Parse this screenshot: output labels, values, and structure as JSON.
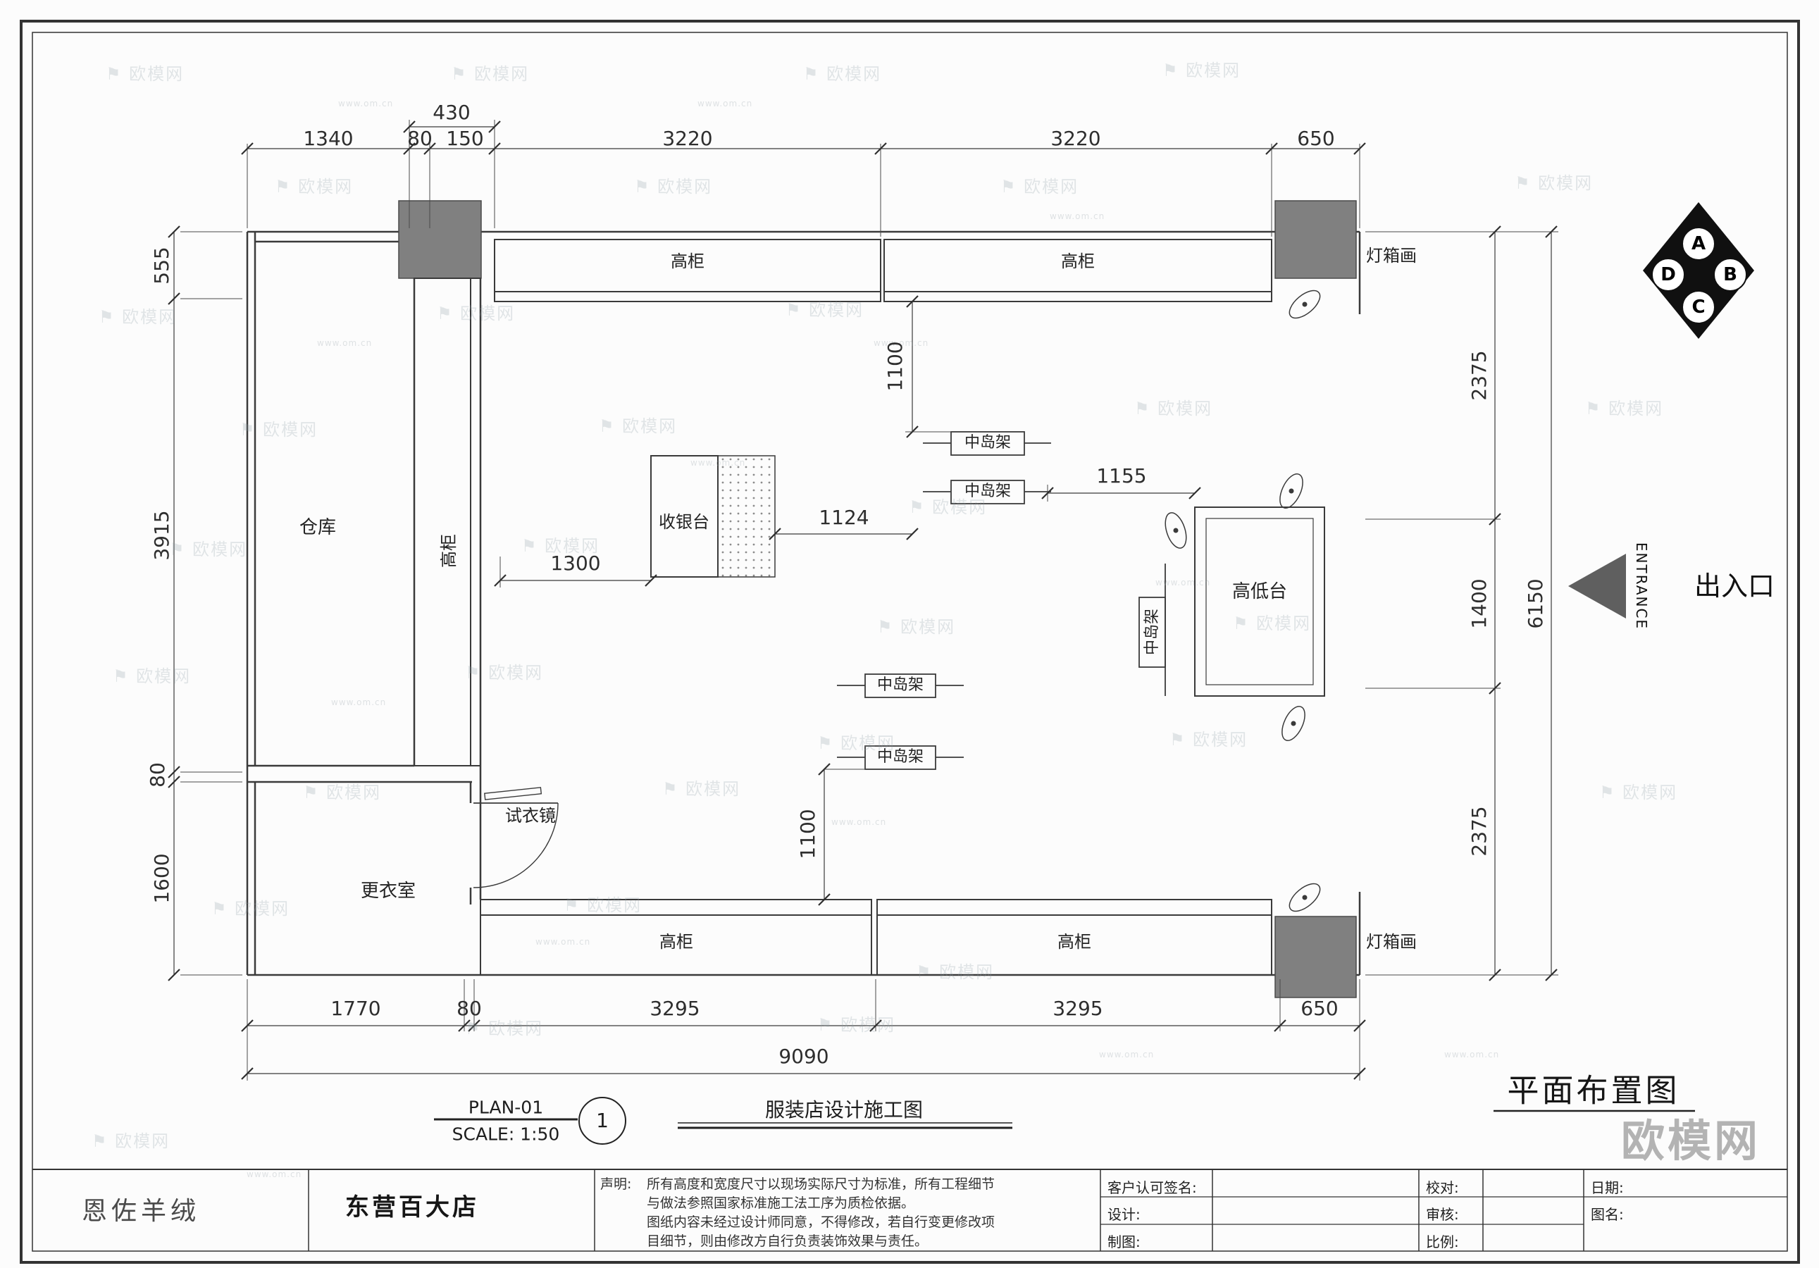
{
  "plan": {
    "labels": {
      "warehouse": "仓库",
      "tall_cabinet": "高柜",
      "cashier": "收银台",
      "island_rack": "中岛架",
      "high_low_table": "高低台",
      "fitting_mirror": "试衣镜",
      "changing_room": "更衣室",
      "lightbox_painting": "灯箱画",
      "entrance_cn": "出入口",
      "entrance_en": "ENTRANCE"
    },
    "dims": {
      "top": {
        "a430": "430",
        "a1340": "1340",
        "a80": "80",
        "a150": "150",
        "a3220l": "3220",
        "a3220r": "3220",
        "a650": "650"
      },
      "left": {
        "a555": "555",
        "a3915": "3915",
        "a80": "80",
        "a1600": "1600"
      },
      "bottom": {
        "a1770": "1770",
        "a80": "80",
        "a3295l": "3295",
        "a3295r": "3295",
        "a650": "650",
        "total": "9090"
      },
      "right": {
        "a2375t": "2375",
        "a1400": "1400",
        "a2375b": "2375",
        "total": "6150"
      },
      "inner": {
        "v1100t": "1100",
        "h1155": "1155",
        "h1124": "1124",
        "h1300": "1300",
        "v1100b": "1100"
      }
    },
    "compass": {
      "a": "A",
      "b": "B",
      "c": "C",
      "d": "D"
    }
  },
  "caption": {
    "plan_no": "PLAN-01",
    "scale": "SCALE: 1:50",
    "bubble": "1",
    "drawing_title": "服装店设计施工图",
    "sheet_title": "平面布置图"
  },
  "brand_logo": "欧模网",
  "titleblock": {
    "brand": "恩佐羊绒",
    "store": "东营百大店",
    "note_label": "声明:",
    "note_lines": {
      "l1": "所有高度和宽度尺寸以现场实际尺寸为标准，所有工程细节",
      "l2": "与做法参照国家标准施工法工序为质检依据。",
      "l3": "图纸内容未经过设计师同意，不得修改，若自行变更修改项",
      "l4": "目细节，则由修改方自行负责装饰效果与责任。"
    },
    "client_sign": "客户认可签名:",
    "design": "设计:",
    "draft": "制图:",
    "proof": "校对:",
    "review": "审核:",
    "ratio": "比例:",
    "date": "日期:",
    "drawing_name": "图名:"
  },
  "watermark": {
    "label": "欧模网",
    "url": "www.om.cn"
  },
  "icons": {
    "flag": "⚑"
  }
}
